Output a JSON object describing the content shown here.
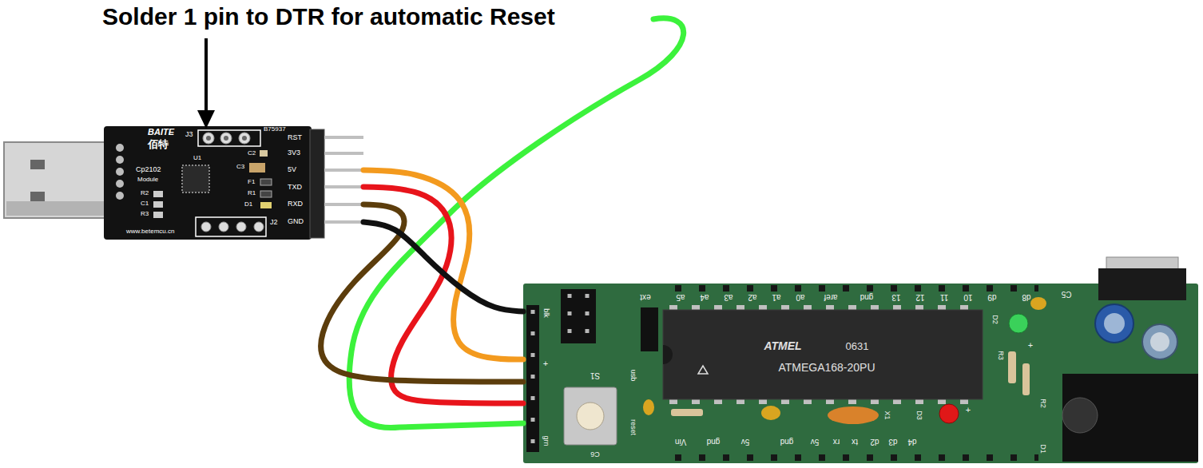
{
  "diagram": {
    "nodes": [
      {
        "text": [
          "BAITE",
          "佰特",
          "J3",
          "B75937",
          "RST",
          "3V3",
          "5V",
          "TXD",
          "RXD",
          "GND",
          "C2",
          "C3",
          "U1",
          "Cp2102",
          "Module",
          "F1",
          "R1",
          "D1",
          "R2",
          "C1",
          "R3",
          "J2",
          "www.betemcu.cn"
        ]
      },
      {
        "text": [
          "ext",
          "a5",
          "a4",
          "a3",
          "a2",
          "a1",
          "a0",
          "aref",
          "gnd",
          "13",
          "12",
          "11",
          "10",
          "d9",
          "d8",
          "C5",
          "blk",
          "+",
          "grn",
          "S1",
          "usb",
          "reset",
          "C6",
          "Vin",
          "gnd",
          "5v",
          "gnd",
          "5v",
          "rx",
          "tx",
          "d2",
          "d3",
          "d4",
          "X1",
          "D3",
          "+",
          "D2",
          "R3",
          "+",
          "R2",
          "D1"
        ]
      },
      {
        "text": [
          "ATMEL",
          "0631",
          "ATMEGA168-20PU"
        ],
        "in": 1
      }
    ],
    "edges": [
      {
        "from": 0,
        "to": 1,
        "arrow": "none"
      },
      {
        "from": 0,
        "to": 1,
        "arrow": "none"
      },
      {
        "from": 0,
        "to": 1,
        "arrow": "none"
      },
      {
        "from": 0,
        "to": 1,
        "arrow": "none"
      }
    ],
    "labels": [
      "Solder 1 pin to DTR for automatic Reset"
    ]
  }
}
